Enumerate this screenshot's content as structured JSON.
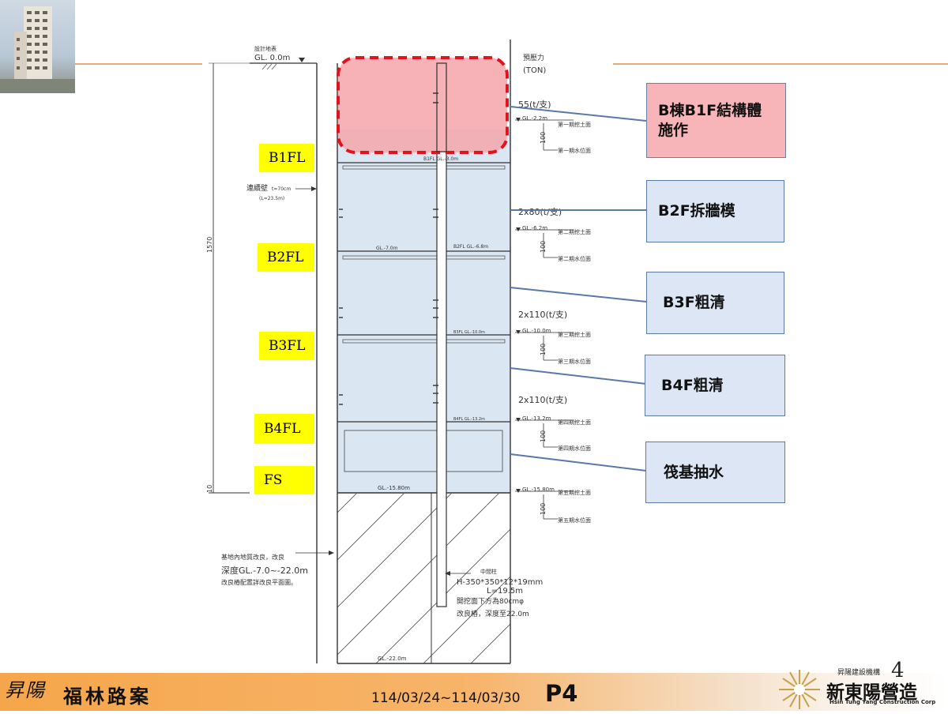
{
  "header": {
    "building_photo": "building-photo"
  },
  "floor_labels": [
    "B1FL",
    "B2FL",
    "B3FL",
    "B4FL",
    "FS"
  ],
  "callouts": [
    {
      "lines": [
        "B棟B1F結構體",
        "施作"
      ],
      "style": "red"
    },
    {
      "lines": [
        "B2F拆牆模"
      ],
      "style": "blue"
    },
    {
      "lines": [
        "B3F粗清"
      ],
      "style": "blue"
    },
    {
      "lines": [
        "B4F粗清"
      ],
      "style": "blue"
    },
    {
      "lines": [
        "筏基抽水"
      ],
      "style": "blue"
    }
  ],
  "drawing": {
    "gl_label_top": "設計地表",
    "gl_label": "GL. 0.0m",
    "load_title": "預壓力",
    "load_unit": "(TON)",
    "wall_label": "連續壁",
    "wall_thickness": "t=70cm",
    "wall_length": "(L=23.5m)",
    "total_depth": "1570",
    "base_dim": "10",
    "loads": [
      "55(t/支)",
      "2x80(t/支)",
      "2x110(t/支)",
      "2x110(t/支)"
    ],
    "right_levels": [
      {
        "level": "GL.-2.2m",
        "dig": "第一期挖土面",
        "water": "第一期水位面",
        "offset": "100"
      },
      {
        "level": "GL.-6.2m",
        "dig": "第二期挖土面",
        "water": "第二期水位面",
        "offset": "100"
      },
      {
        "level": "GL.-10.0m",
        "dig": "第三期挖土面",
        "water": "第三期水位面",
        "offset": "100"
      },
      {
        "level": "GL.-13.2m",
        "dig": "第四期挖土面",
        "water": "第四期水位面",
        "offset": "100"
      },
      {
        "level": "GL.-15.80m",
        "dig": "第五期挖土面",
        "water": "第五期水位面",
        "offset": "100"
      }
    ],
    "inner_levels": [
      "B1FL GL.-3.0m",
      "GL.-7.0m",
      "B2FL GL.-6.8m",
      "B3FL GL.-10.0m",
      "B4FL GL.-13.2m",
      "GL.-15.80m",
      "GL.-22.0m"
    ],
    "soil_note": [
      "基地內地質改良，改良",
      "深度GL.-7.0~-22.0m",
      "改良樁配置詳改良平面圖。"
    ],
    "column_note": [
      "中間柱",
      "H-350*350*12*19mm",
      "L=19.5m",
      "開挖面下方為80cmφ",
      "改良樁，深度至22.0m"
    ]
  },
  "footer": {
    "logo_mark": "昇陽",
    "project": "福林路案",
    "date_range": "114/03/24~114/03/30",
    "page_code": "P4",
    "page_number": "4",
    "company_group": "昇陽建設機構",
    "company_name": "新東陽營造",
    "company_en": "Hsin Tung Yang Construction Corp"
  }
}
